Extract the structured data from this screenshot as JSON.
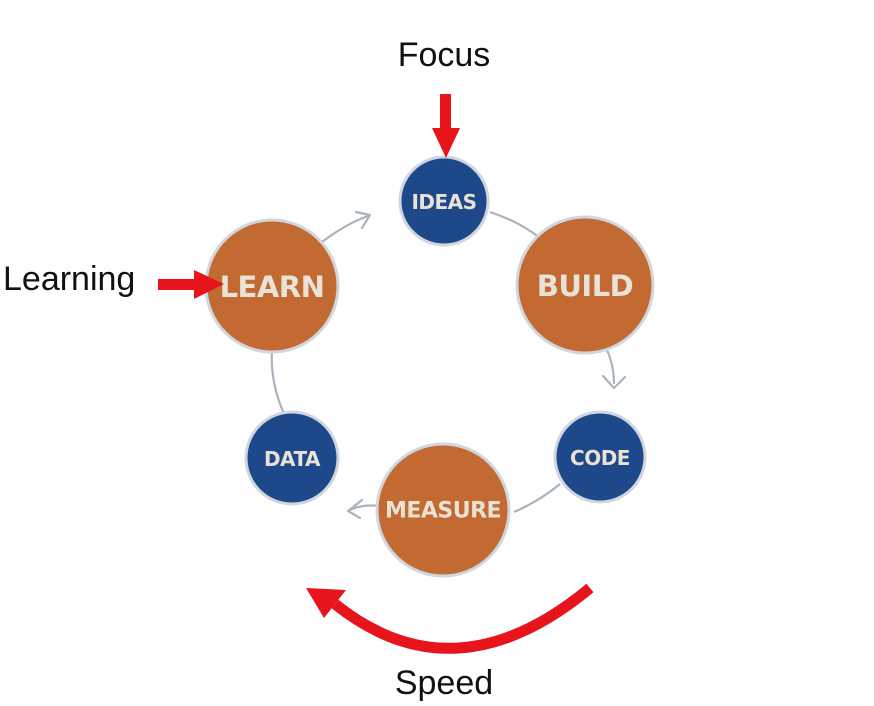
{
  "annotations": {
    "top": "Focus",
    "left": "Learning",
    "bottom": "Speed"
  },
  "nodes": [
    {
      "id": "ideas",
      "label": "IDEAS",
      "color": "#1d4889"
    },
    {
      "id": "build",
      "label": "BUILD",
      "color": "#c36a32"
    },
    {
      "id": "code",
      "label": "CODE",
      "color": "#1d4889"
    },
    {
      "id": "measure",
      "label": "MEASURE",
      "color": "#c36a32"
    },
    {
      "id": "data",
      "label": "DATA",
      "color": "#1d4889"
    },
    {
      "id": "learn",
      "label": "LEARN",
      "color": "#c36a32"
    }
  ],
  "colors": {
    "accent_arrow": "#e8141b",
    "connector": "#a9b4bf",
    "label_text": "#e9e2d6"
  }
}
